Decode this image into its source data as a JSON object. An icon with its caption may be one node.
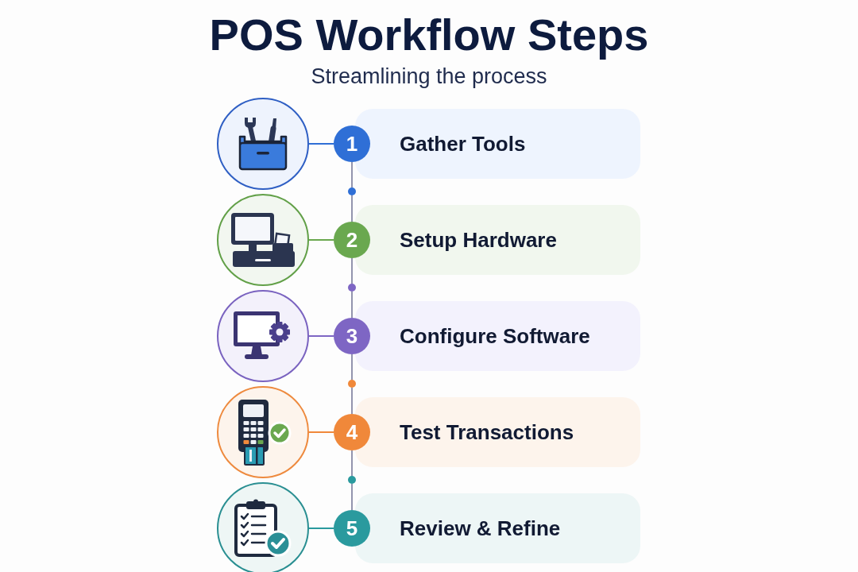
{
  "diagram": {
    "title": "POS Workflow Steps",
    "nodes": [
      {
        "text": [],
        "shape": "circle"
      },
      {
        "text": [
          "1"
        ]
      },
      {
        "text": [
          "Gather Tools"
        ]
      },
      {
        "text": [],
        "shape": "circle"
      },
      {
        "text": [],
        "shape": "circle"
      },
      {
        "text": [
          "2"
        ]
      },
      {
        "text": [
          "Setup Hardware"
        ]
      },
      {
        "text": [],
        "shape": "circle"
      },
      {
        "text": [],
        "shape": "circle"
      },
      {
        "text": [
          "3"
        ]
      },
      {
        "text": [
          "Configure Software"
        ]
      },
      {
        "text": [],
        "shape": "circle"
      },
      {
        "text": [],
        "shape": "circle"
      },
      {
        "text": [
          "4"
        ]
      },
      {
        "text": [
          "Test Transactions"
        ]
      },
      {
        "text": [],
        "shape": "circle"
      },
      {
        "text": [],
        "shape": "circle"
      },
      {
        "text": [
          "5"
        ]
      },
      {
        "text": [
          "Review & Refine"
        ]
      }
    ],
    "edges": [
      {
        "from": 0,
        "to": 1,
        "arrow": "none",
        "color": "#2f6fd6"
      },
      {
        "from": 1,
        "to": 3,
        "arrow": "none"
      },
      {
        "from": 3,
        "to": 5,
        "arrow": "none"
      },
      {
        "from": 4,
        "to": 5,
        "arrow": "none",
        "color": "#6aa84f"
      },
      {
        "from": 5,
        "to": 7,
        "arrow": "none"
      },
      {
        "from": 7,
        "to": 9,
        "arrow": "none"
      },
      {
        "from": 8,
        "to": 9,
        "arrow": "none",
        "color": "#7e66c4"
      },
      {
        "from": 9,
        "to": 11,
        "arrow": "none"
      },
      {
        "from": 11,
        "to": 13,
        "arrow": "none"
      },
      {
        "from": 12,
        "to": 13,
        "arrow": "none",
        "color": "#f0883a"
      },
      {
        "from": 13,
        "to": 15,
        "arrow": "none"
      },
      {
        "from": 15,
        "to": 17,
        "arrow": "none"
      },
      {
        "from": 16,
        "to": 17,
        "arrow": "none",
        "color": "#2a9a9e"
      }
    ],
    "labels": [
      "Streamlining the process"
    ]
  }
}
